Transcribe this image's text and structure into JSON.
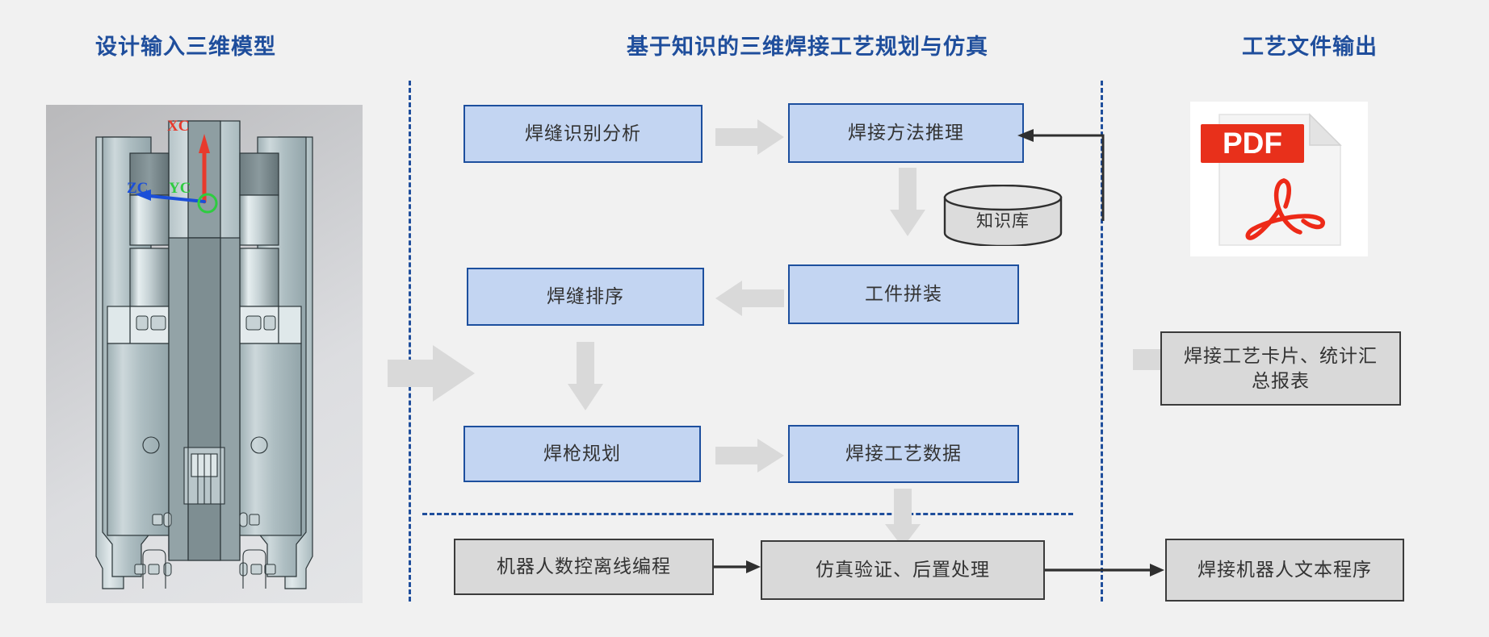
{
  "columns": {
    "left_title": "设计输入三维模型",
    "center_title": "基于知识的三维焊接工艺规划与仿真",
    "right_title": "工艺文件输出"
  },
  "cad_view": {
    "axis_x_label": "XC",
    "axis_y_label": "YC",
    "axis_z_label": "ZC",
    "axis_x_color": "#e83a2c",
    "axis_y_color": "#2ecc40",
    "axis_z_color": "#1b4fd8"
  },
  "flow": {
    "box_fill": "#c3d5f2",
    "box_border": "#1d4f9e",
    "gray_fill": "#d9d9d9",
    "gray_border": "#3b3b3b",
    "arrow_fill": "#d9d9d9",
    "divider_color": "#1f4e9c",
    "nodes": [
      {
        "id": "weld-seam-recognition",
        "label": "焊缝识别分析"
      },
      {
        "id": "welding-method-reasoning",
        "label": "焊接方法推理"
      },
      {
        "id": "knowledge-base",
        "label": "知识库"
      },
      {
        "id": "weld-seam-sequencing",
        "label": "焊缝排序"
      },
      {
        "id": "workpiece-assembly",
        "label": "工件拼装"
      },
      {
        "id": "torch-planning",
        "label": "焊枪规划"
      },
      {
        "id": "welding-process-data",
        "label": "焊接工艺数据"
      },
      {
        "id": "robot-nc-offline-programming",
        "label": "机器人数控离线编程"
      },
      {
        "id": "simulation-postprocessing",
        "label": "仿真验证、后置处理"
      }
    ]
  },
  "outputs": {
    "pdf_label": "PDF",
    "process_card_report": "焊接工艺卡片、统计汇总报表",
    "robot_text_program": "焊接机器人文本程序"
  }
}
